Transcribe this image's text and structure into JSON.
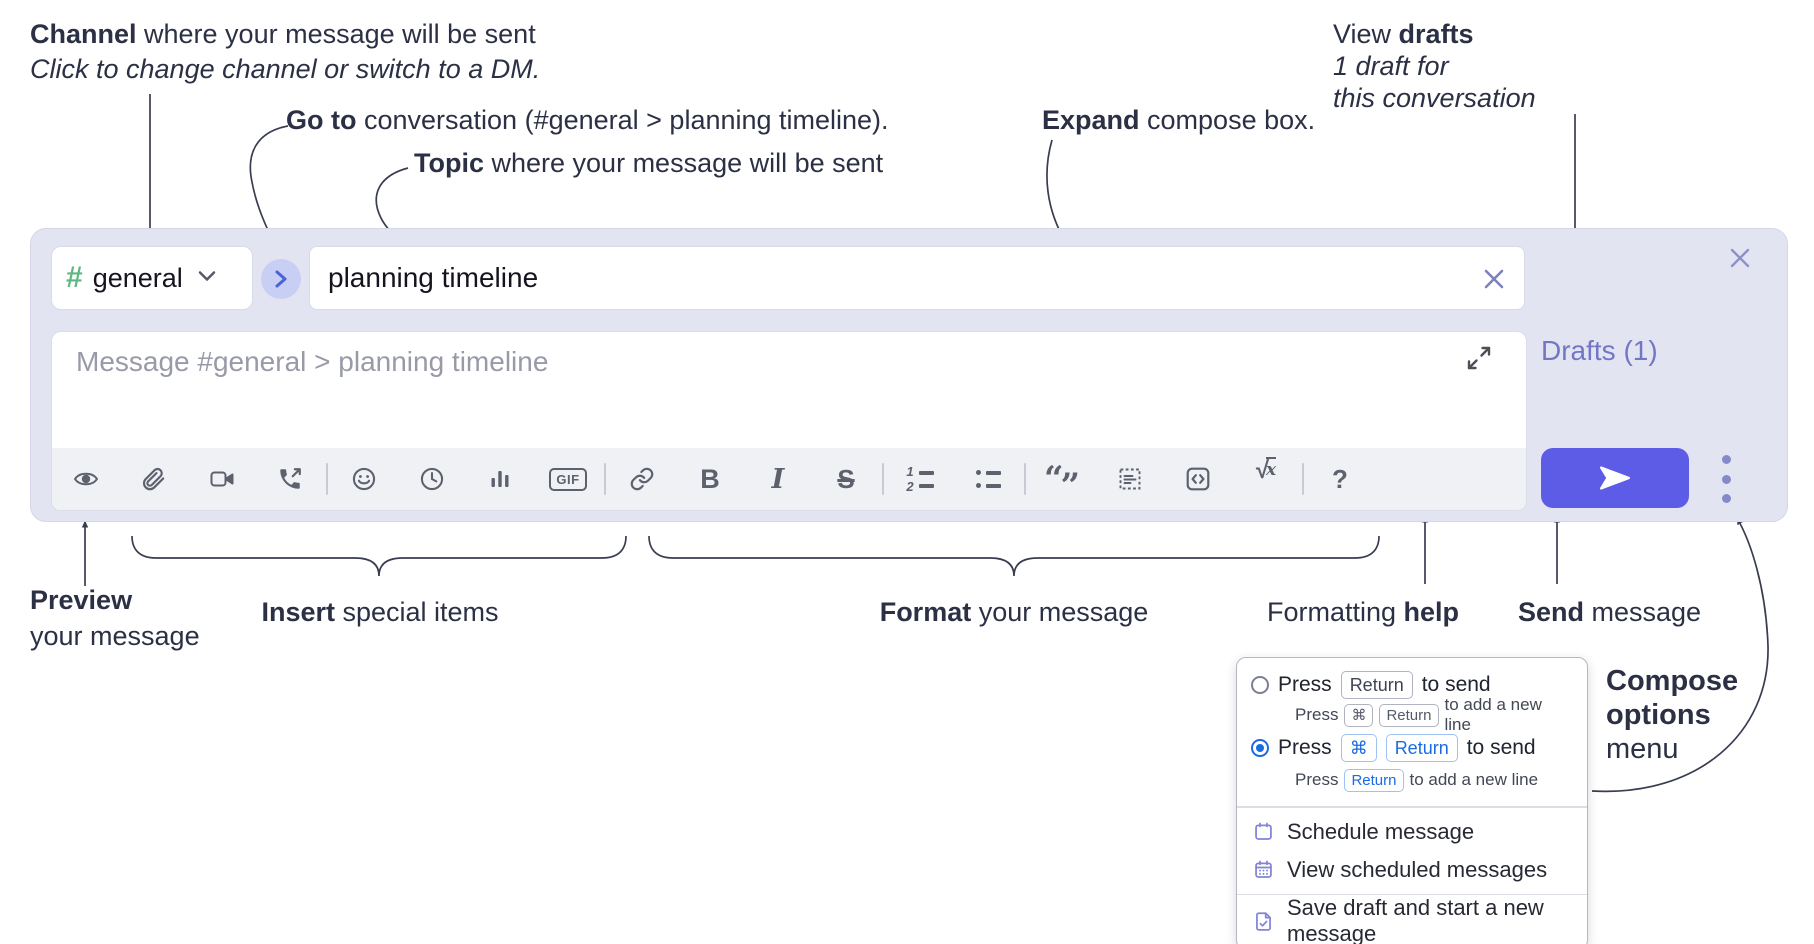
{
  "colors": {
    "accent_send": "#5d5ce6",
    "composer_bg": "#e3e4f2",
    "channel_green": "#5eb87f",
    "drafts_link": "#7176c5",
    "radio_blue": "#1a6be4",
    "menu_icon_purple": "#8084d8"
  },
  "annotations": {
    "channel": {
      "bold": "Channel",
      "rest": " where your message will be sent",
      "line2": "Click to change channel or switch to a DM."
    },
    "go_to": {
      "bold": "Go to",
      "rest": " conversation (#general > planning timeline)."
    },
    "topic": {
      "bold": "Topic",
      "rest": " where your message will be sent"
    },
    "expand": {
      "bold": "Expand",
      "rest": " compose box."
    },
    "view_drafts": {
      "pre": "View ",
      "bold": "drafts",
      "line2": "1 draft for",
      "line3": "this conversation"
    },
    "preview": {
      "bold": "Preview",
      "line2": "your message"
    },
    "insert": {
      "bold": "Insert",
      "rest": " special items"
    },
    "format": {
      "bold": "Format",
      "rest": " your message"
    },
    "formatting_help": {
      "pre": "Formatting ",
      "bold": "help"
    },
    "send": {
      "bold": "Send",
      "rest": " message"
    },
    "compose_options": {
      "line1": "Compose",
      "line2": "options",
      "line3": "menu"
    }
  },
  "composer": {
    "channel": {
      "hash": "#",
      "name": "general"
    },
    "topic": {
      "value": "planning timeline"
    },
    "message": {
      "placeholder": "Message #general > planning timeline"
    },
    "drafts_link": "Drafts (1)",
    "toolbar": {
      "gif_label": "GIF",
      "bold_glyph": "B",
      "italic_glyph": "I",
      "strike_glyph": "S",
      "ol_one": "1",
      "ol_two": "2",
      "quote_open": "“",
      "quote_close": "”",
      "sqrt_radical": "√",
      "sqrt_x": "x",
      "help_glyph": "?"
    }
  },
  "menu": {
    "option1": {
      "press": "Press",
      "key": "Return",
      "suffix": "to send",
      "sub_press": "Press",
      "sub_key1": "⌘",
      "sub_key2": "Return",
      "sub_suffix": "to add a new line"
    },
    "option2": {
      "press": "Press",
      "key1": "⌘",
      "key2": "Return",
      "suffix": "to send",
      "sub_press": "Press",
      "sub_key": "Return",
      "sub_suffix": "to add a new line"
    },
    "schedule": "Schedule message",
    "view_scheduled": "View scheduled messages",
    "save_draft": "Save draft and start a new message"
  }
}
